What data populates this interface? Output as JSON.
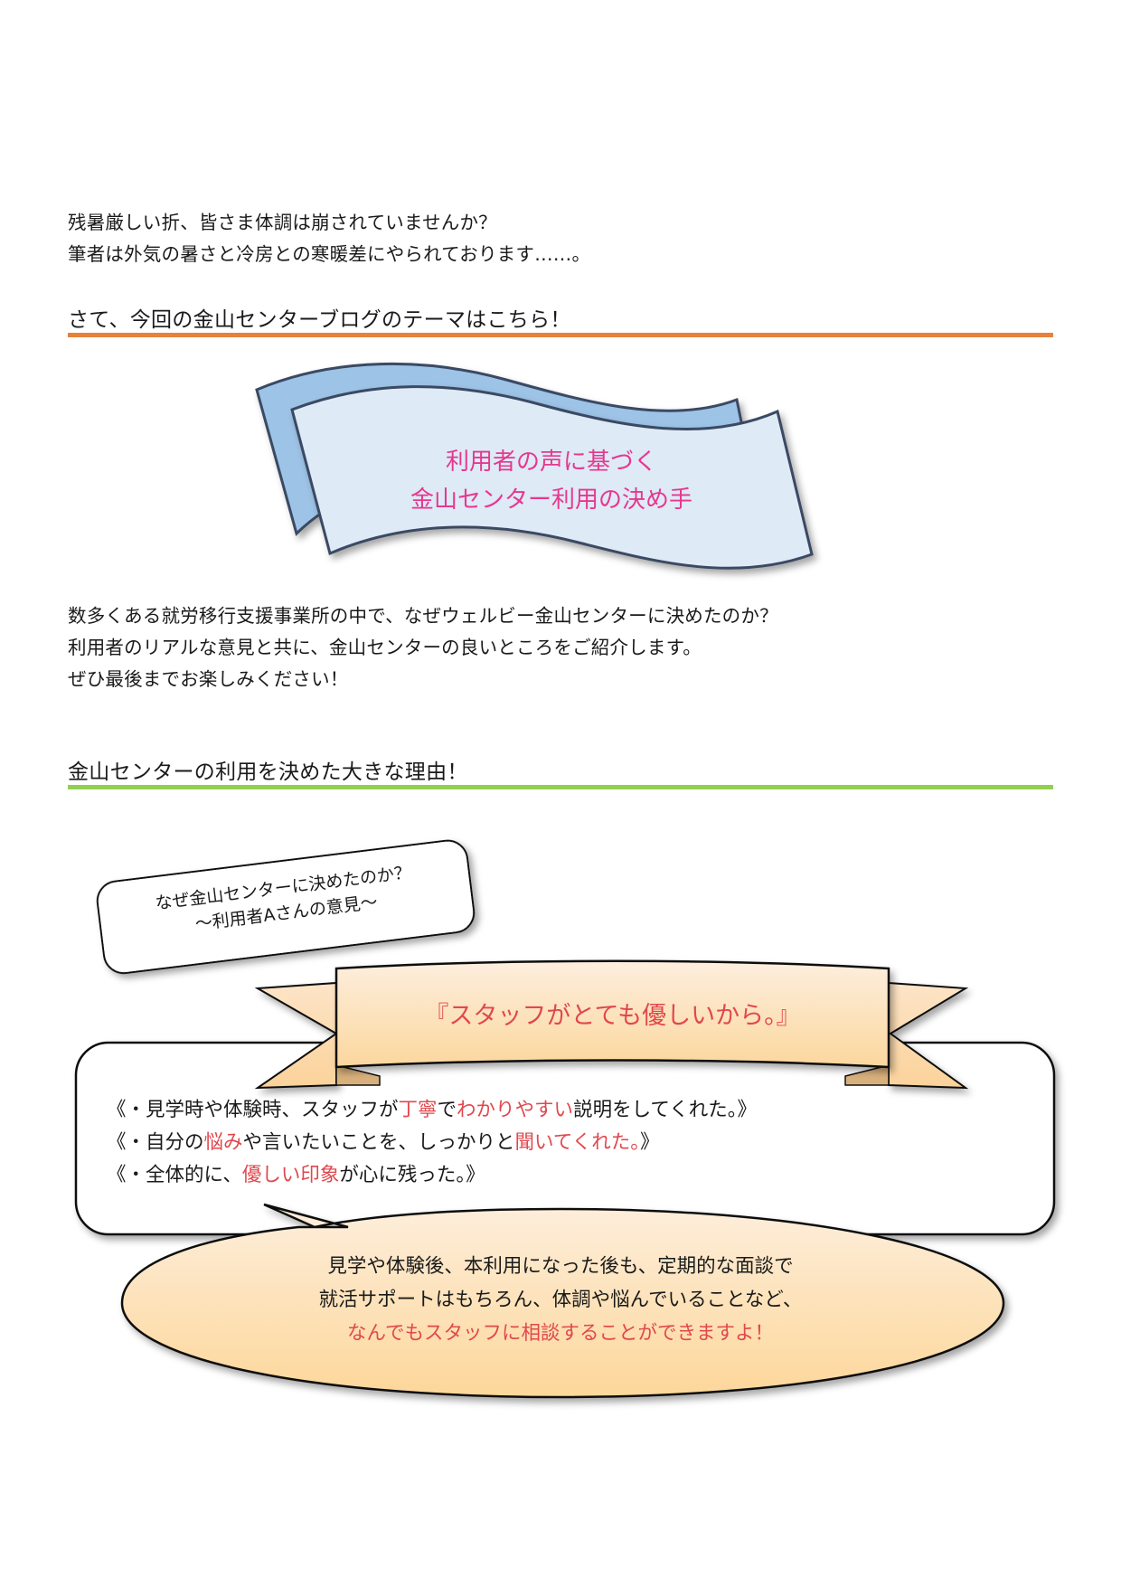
{
  "intro": {
    "lines": [
      "残暑厳しい折、皆さま体調は崩されていませんか？",
      "筆者は外気の暑さと冷房との寒暖差にやられております……。"
    ]
  },
  "section1": {
    "heading": "さて、今回の金山センターブログのテーマはこちら！",
    "rule_color": "#e8813a"
  },
  "banner": {
    "line1": "利用者の声に基づく",
    "line2": "金山センター利用の決め手",
    "text_color": "#e6388f",
    "back_color": "#9dc3e6",
    "front_color": "#deeaf6",
    "border_color": "#3a4a63"
  },
  "summary": {
    "lines": [
      "数多くある就労移行支援事業所の中で、なぜウェルビー金山センターに決めたのか？",
      "利用者のリアルな意見と共に、金山センターの良いところをご紹介します。",
      "ぜひ最後までお楽しみください！"
    ]
  },
  "section2": {
    "heading": "金山センターの利用を決めた大きな理由！",
    "rule_color": "#92d050"
  },
  "question_card": {
    "line1": "なぜ金山センターに決めたのか？",
    "line2": "～利用者Aさんの意見～"
  },
  "ribbon": {
    "title": "『スタッフがとても優しいから。』",
    "text_color": "#e0484e"
  },
  "reasons": {
    "items": [
      {
        "segments": [
          {
            "text": "《・見学時や体験時、スタッフが",
            "highlight": false
          },
          {
            "text": "丁寧",
            "highlight": true
          },
          {
            "text": "で",
            "highlight": false
          },
          {
            "text": "わかりやすい",
            "highlight": true
          },
          {
            "text": "説明をしてくれた。》",
            "highlight": false
          }
        ]
      },
      {
        "segments": [
          {
            "text": "《・自分の",
            "highlight": false
          },
          {
            "text": "悩み",
            "highlight": true
          },
          {
            "text": "や言いたいことを、しっかりと",
            "highlight": false
          },
          {
            "text": "聞いてくれた。",
            "highlight": true
          },
          {
            "text": "》",
            "highlight": false
          }
        ]
      },
      {
        "segments": [
          {
            "text": "《・全体的に、",
            "highlight": false
          },
          {
            "text": "優しい印象",
            "highlight": true
          },
          {
            "text": "が心に残った。》",
            "highlight": false
          }
        ]
      }
    ]
  },
  "callout": {
    "line1": "見学や体験後、本利用になった後も、定期的な面談で",
    "line2": "就活サポートはもちろん、体調や悩んでいることなど、",
    "line3": "なんでもスタッフに相談することができますよ！",
    "fill_top": "#fdebd8",
    "fill_bottom": "#fdd89a"
  }
}
